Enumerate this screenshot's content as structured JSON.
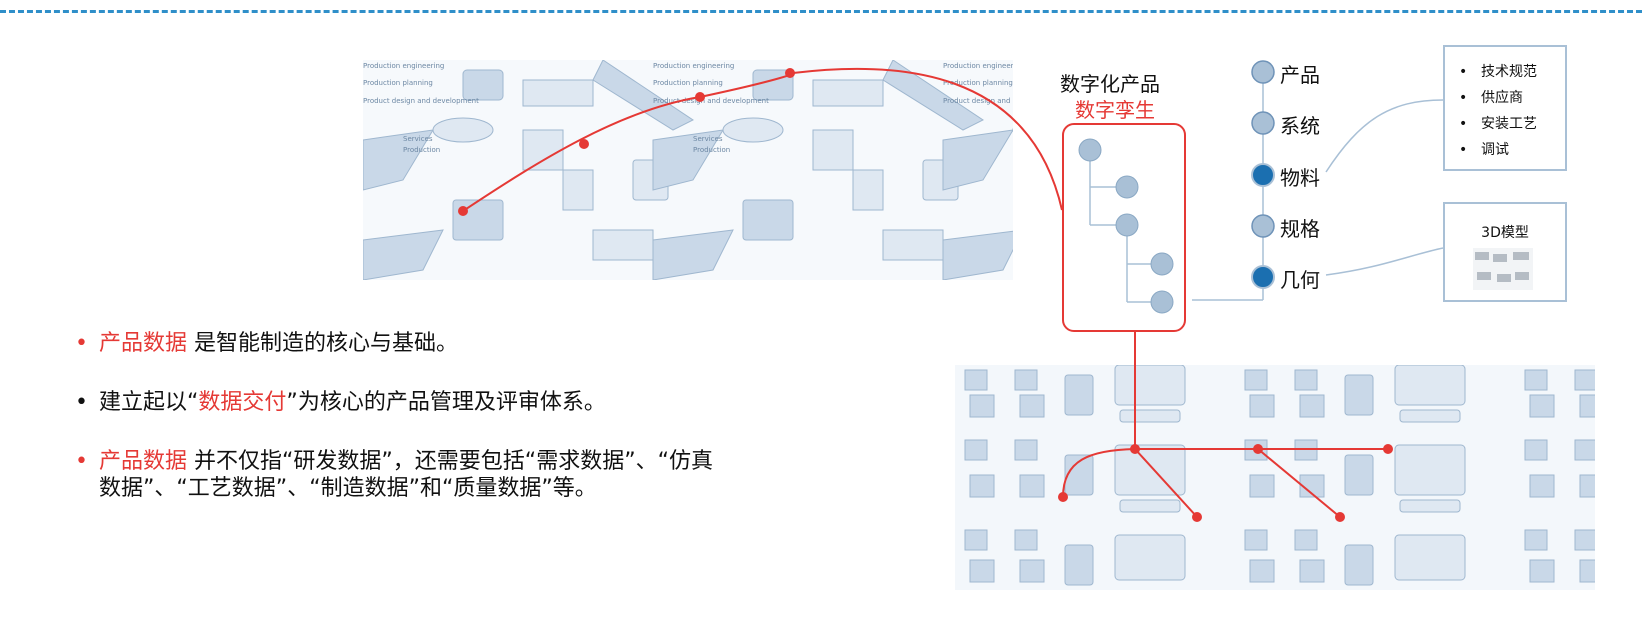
{
  "bullets": [
    {
      "highlight": "产品数据",
      "text": " 是智能制造的核心与基础。",
      "dot": "red"
    },
    {
      "pre": "建立起以“",
      "highlight": "数据交付",
      "post": "”为核心的产品管理及评审体系。",
      "dot": "dark"
    },
    {
      "highlight": "产品数据",
      "text": " 并不仅指“研发数据”，还需要包括“需求数据”、“仿真数据”、“工艺数据”、“制造数据”和“质量数据”等。",
      "dot": "red"
    }
  ],
  "twin": {
    "title": "数字化产品",
    "subtitle": "数字孪生"
  },
  "nodes": [
    {
      "label": "产品",
      "style": "light"
    },
    {
      "label": "系统",
      "style": "light"
    },
    {
      "label": "物料",
      "style": "dark"
    },
    {
      "label": "规格",
      "style": "light"
    },
    {
      "label": "几何",
      "style": "dark"
    }
  ],
  "material_box": {
    "items": [
      "技术规范",
      "供应商",
      "安装工艺",
      "调试"
    ]
  },
  "geometry_box": {
    "title": "3D模型"
  },
  "strip_texts": [
    "Production engineering",
    "Production planning",
    "Product design and development",
    "Services",
    "Production"
  ],
  "colors": {
    "accent_red": "#e53935",
    "node_light": "#a9c0d6",
    "node_dark": "#1b6fb0",
    "dash_blue": "#2f8fc9"
  }
}
